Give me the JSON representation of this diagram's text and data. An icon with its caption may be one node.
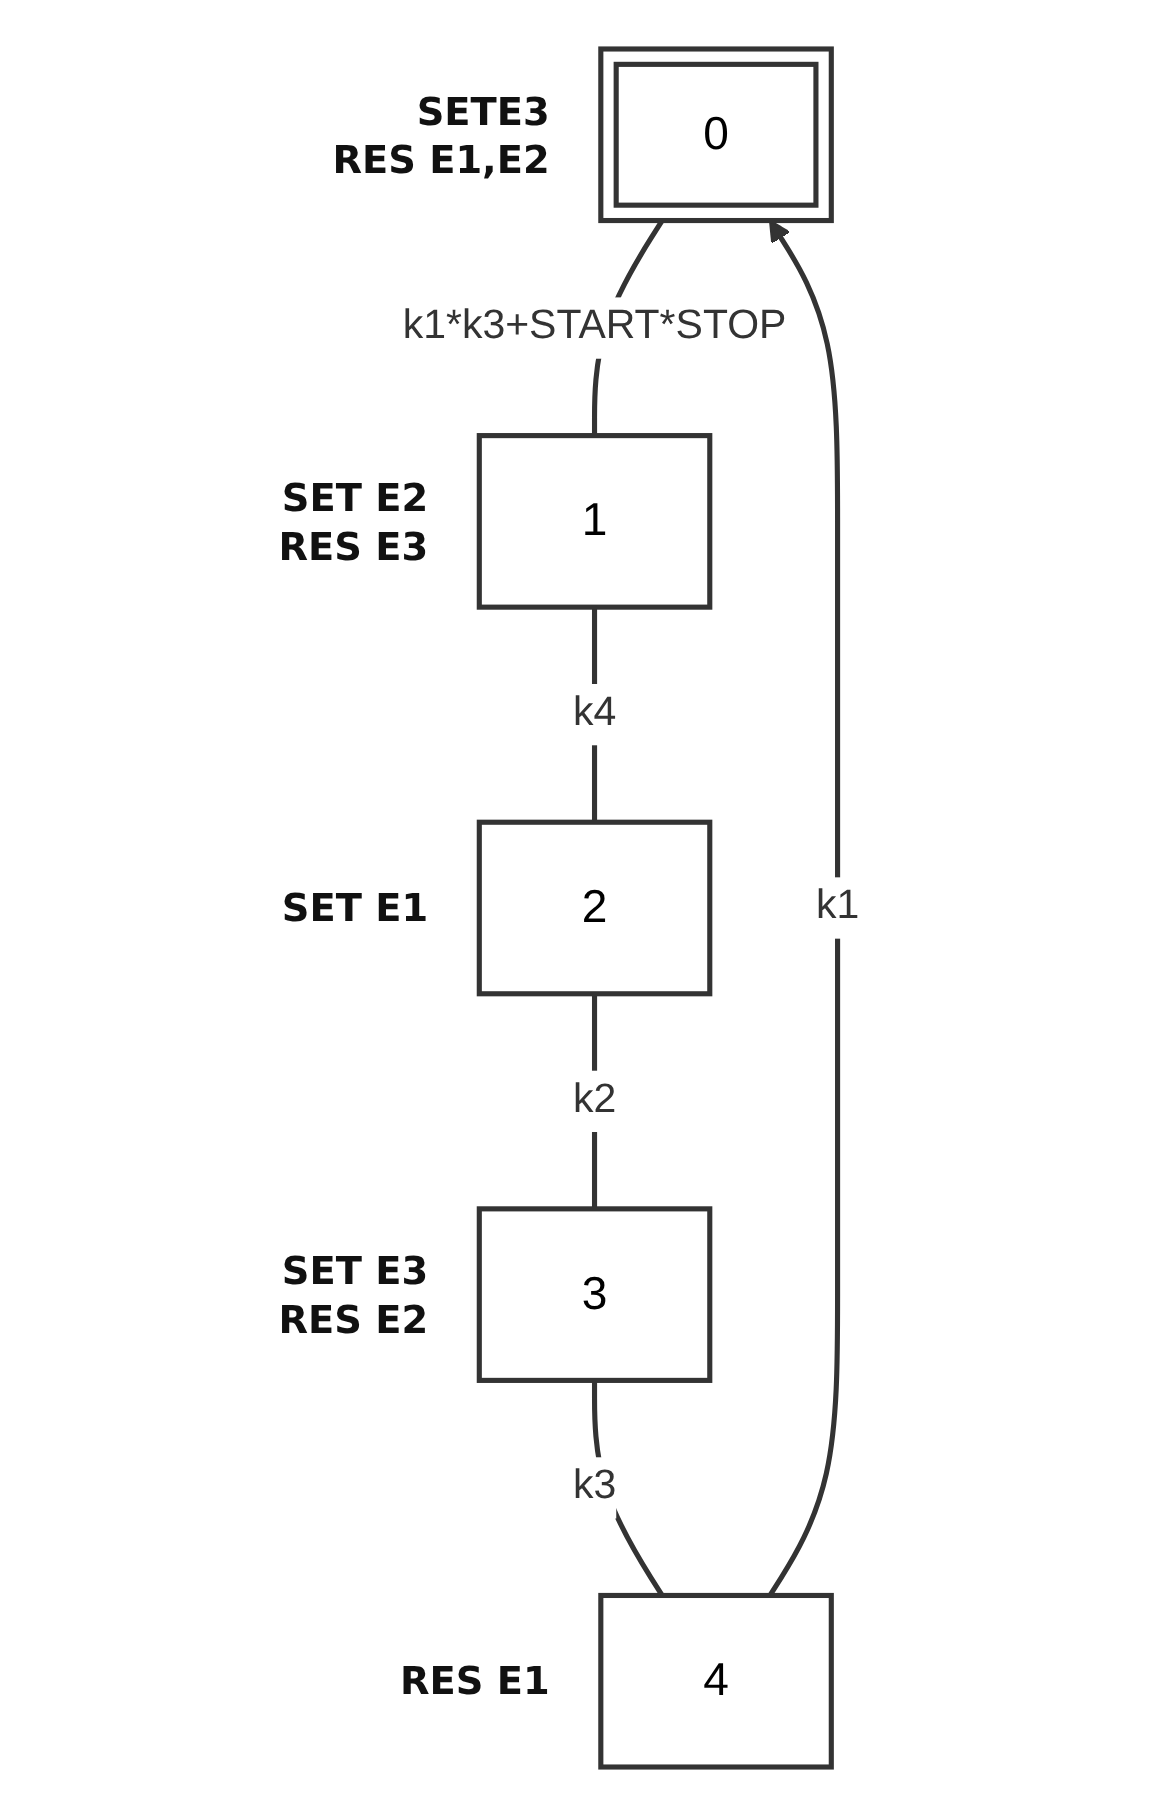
{
  "diagram": {
    "nodes": [
      {
        "text": [
          "0"
        ],
        "beside": [
          "SETE3",
          "RES E1,E2"
        ]
      },
      {
        "text": [
          "1"
        ],
        "beside": [
          "SET E2",
          "RES E3"
        ]
      },
      {
        "text": [
          "2"
        ],
        "beside": [
          "SET E1"
        ]
      },
      {
        "text": [
          "3"
        ],
        "beside": [
          "SET E3",
          "RES E2"
        ]
      },
      {
        "text": [
          "4"
        ],
        "beside": [
          "RES E1"
        ]
      }
    ],
    "edges": [
      {
        "from": 0,
        "to": 1,
        "arrow": "none",
        "label": "k1*k3+START*STOP"
      },
      {
        "from": 1,
        "to": 2,
        "arrow": "none",
        "label": "k4"
      },
      {
        "from": 2,
        "to": 3,
        "arrow": "none",
        "label": "k2"
      },
      {
        "from": 3,
        "to": 4,
        "arrow": "none",
        "label": "k3"
      },
      {
        "from": 4,
        "to": 0,
        "arrow": "to",
        "label": "k1"
      }
    ]
  }
}
